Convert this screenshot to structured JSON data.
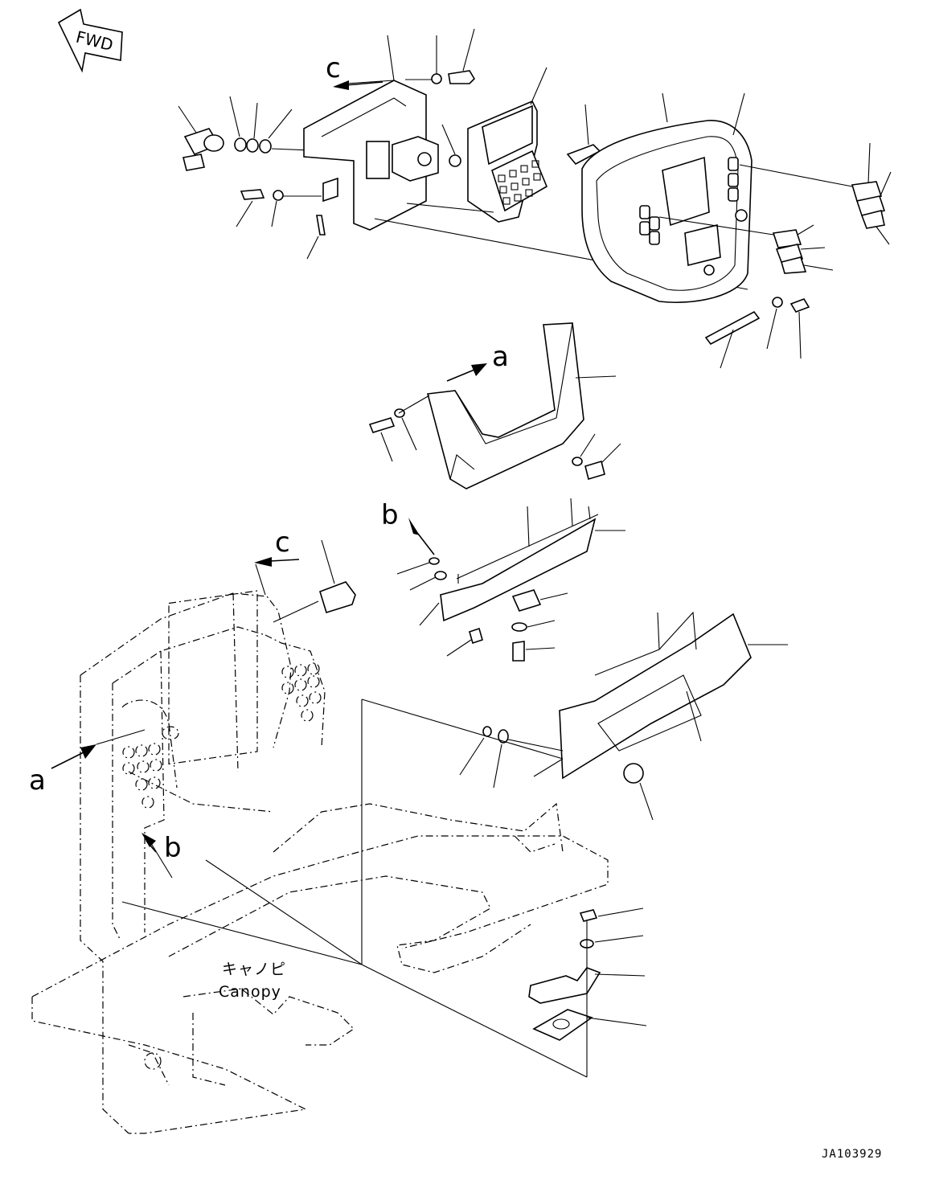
{
  "figure": {
    "direction_marker": "FWD",
    "view_refs": {
      "a_top": "a",
      "a_left": "a",
      "b_top": "b",
      "b_left": "b",
      "c_top": "c",
      "c_left": "c"
    },
    "frame_label_jp": "キャノピ",
    "frame_label_en": "Canopy",
    "drawing_code": "JA103929"
  }
}
